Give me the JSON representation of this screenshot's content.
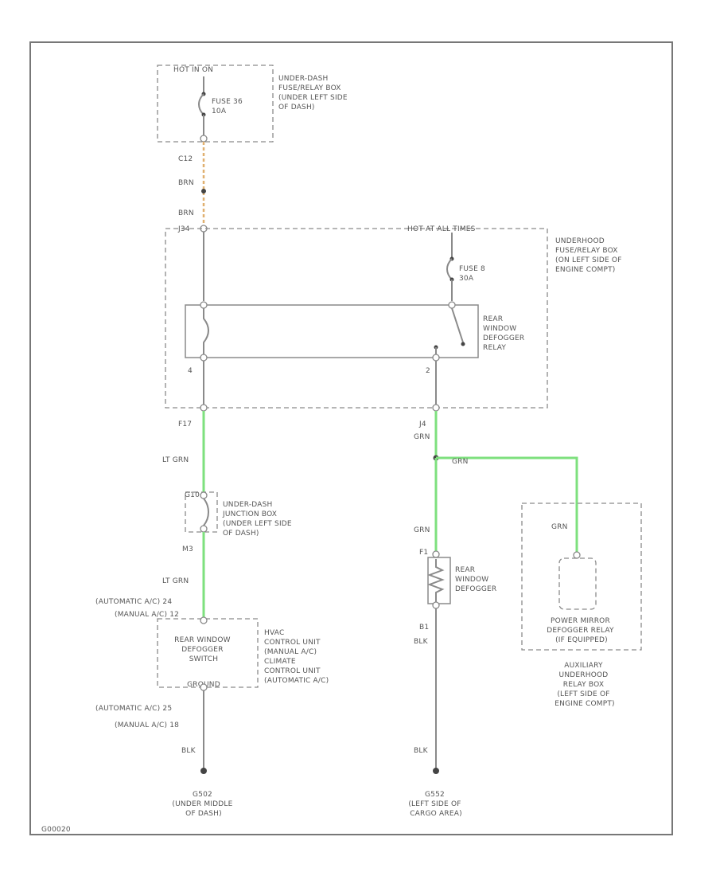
{
  "labels": {
    "hot_in_on": "HOT IN ON",
    "underdash_box": [
      "UNDER-DASH",
      "FUSE/RELAY BOX",
      "(UNDER LEFT SIDE",
      "OF DASH)"
    ],
    "fuse_36": [
      "FUSE 36",
      "10A"
    ],
    "c12": "C12",
    "brn_1": "BRN",
    "brn_2": "BRN",
    "j34": "J34",
    "hot_at_all_times": "HOT AT ALL TIMES",
    "underhood_box": [
      "UNDERHOOD",
      "FUSE/RELAY BOX",
      "(ON LEFT SIDE OF",
      "ENGINE COMPT)"
    ],
    "fuse_8": [
      "FUSE 8",
      "30A"
    ],
    "relay": [
      "REAR",
      "WINDOW",
      "DEFOGGER",
      "RELAY"
    ],
    "pin_4": "4",
    "pin_2": "2",
    "f17": "F17",
    "j4": "J4",
    "grn_1": "GRN",
    "grn_2": "GRN",
    "grn_3": "GRN",
    "grn_4": "GRN",
    "lt_grn_1": "LT GRN",
    "lt_grn_2": "LT GRN",
    "g10": "G10",
    "m3": "M3",
    "junction_box": [
      "UNDER-DASH",
      "JUNCTION BOX",
      "(UNDER LEFT SIDE",
      "OF DASH)"
    ],
    "auto_ac_24": "(AUTOMATIC A/C) 24",
    "manual_ac_12": "(MANUAL A/C) 12",
    "switch": [
      "REAR WINDOW",
      "DEFOGGER",
      "SWITCH"
    ],
    "hvac": [
      "HVAC",
      "CONTROL UNIT",
      "(MANUAL A/C)",
      "CLIMATE",
      "CONTROL UNIT",
      "(AUTOMATIC A/C)"
    ],
    "ground_label": "GROUND",
    "auto_ac_25": "(AUTOMATIC A/C) 25",
    "manual_ac_18": "(MANUAL A/C) 18",
    "blk_1": "BLK",
    "blk_2": "BLK",
    "blk_3": "BLK",
    "f1": "F1",
    "b1": "B1",
    "defogger": [
      "REAR",
      "WINDOW",
      "DEFOGGER"
    ],
    "mirror_relay": [
      "POWER MIRROR",
      "DEFOGGER RELAY",
      "(IF EQUIPPED)"
    ],
    "aux_box": [
      "AUXILIARY",
      "UNDERHOOD",
      "RELAY BOX",
      "(LEFT SIDE OF",
      "ENGINE COMPT)"
    ],
    "g502": [
      "G502",
      "(UNDER MIDDLE",
      "OF DASH)"
    ],
    "g552": [
      "G552",
      "(LEFT SIDE OF",
      "CARGO AREA)"
    ],
    "figure_id": "G00020"
  }
}
